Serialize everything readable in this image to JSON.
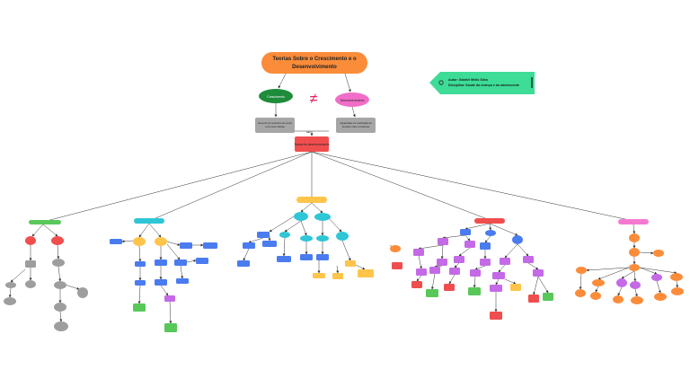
{
  "diagram": {
    "title": "Teorias Sobre o Crescimento e o Desenvolvimento",
    "crescimento": "Crescimento",
    "desenvolvimento": "Desenvolvimento",
    "not_equal": "≠",
    "crescimento_desc": "aumento do tamanho do corpo e de suas células",
    "desenvolvimento_desc": "capacidade de realização de funções mais complexas",
    "link_label": "são",
    "central": "Teorias do desenvolvimento",
    "author_line1": "Autor: Gabriel Mello Silva",
    "author_line2": "Disciplina: Saúde da criança e do adolescente"
  },
  "colors": {
    "title": "#fb8c3a",
    "crescimento": "#1e8c3a",
    "desenvolvimento": "#f06ec8",
    "desc_box": "#a6a6a6",
    "central": "#f04e4e",
    "author_bg": "#3ddc97",
    "branch_green": "#58c85a",
    "branch_blue": "#4a7cf0",
    "branch_yellow": "#ffc44a",
    "branch_cyan": "#2fc6d6",
    "branch_purple": "#c46ae6",
    "branch_red": "#f04e4e",
    "branch_orange": "#fb8c3a",
    "branch_pink": "#f47ad0",
    "branch_gray": "#9e9e9e",
    "line": "#333333"
  }
}
